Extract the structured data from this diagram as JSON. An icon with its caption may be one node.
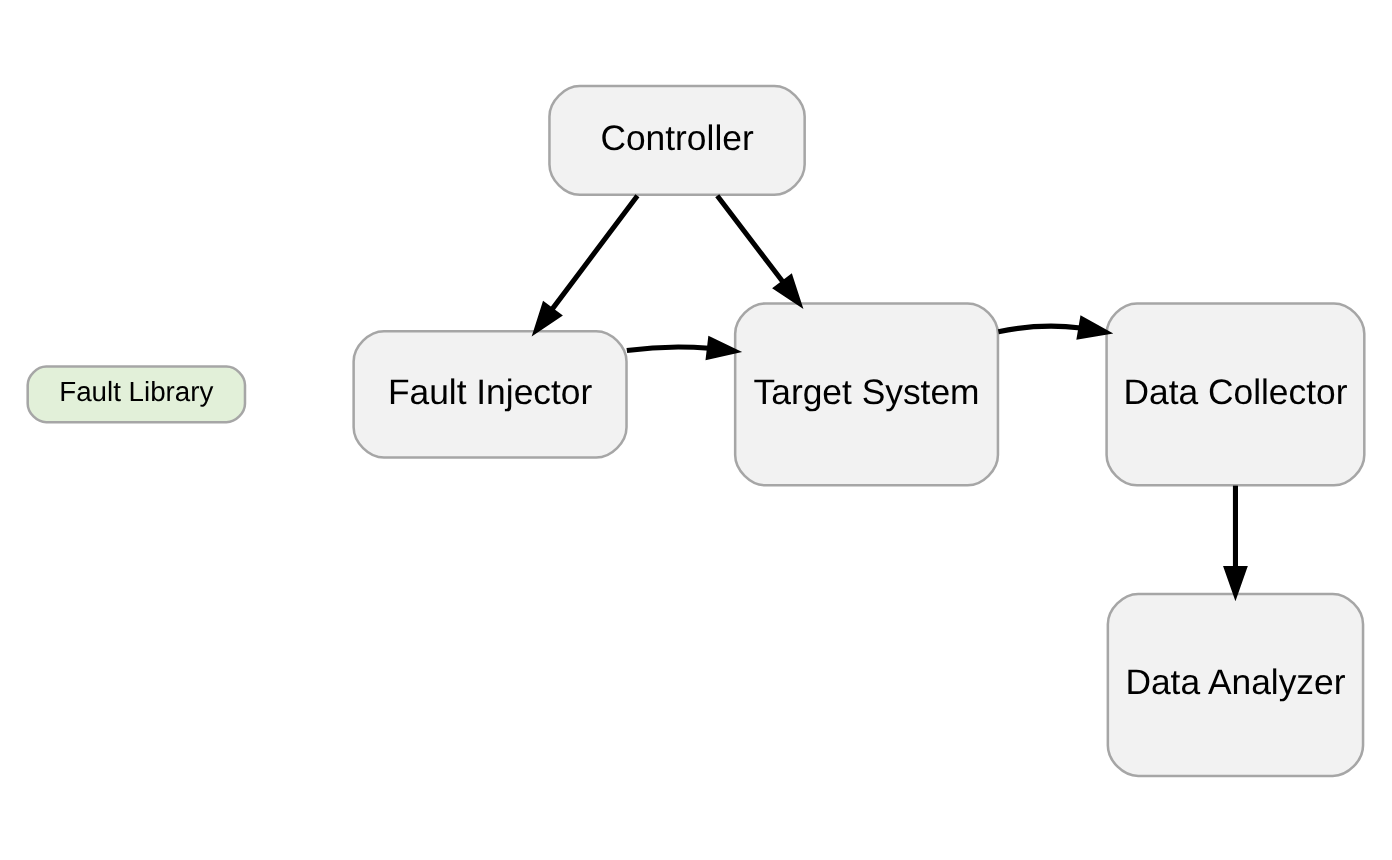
{
  "diagram": {
    "nodes": [
      {
        "text": [
          "Controller"
        ]
      },
      {
        "text": [
          "Fault Library"
        ]
      },
      {
        "text": [
          "Fault Injector"
        ]
      },
      {
        "text": [
          "Target System"
        ]
      },
      {
        "text": [
          "Data Collector"
        ]
      },
      {
        "text": [
          "Data Analyzer"
        ]
      }
    ],
    "edges": [
      {
        "from": 0,
        "to": 2,
        "arrow": "to"
      },
      {
        "from": 0,
        "to": 3,
        "arrow": "to"
      },
      {
        "from": 2,
        "to": 3,
        "arrow": "to"
      },
      {
        "from": 3,
        "to": 4,
        "arrow": "to"
      },
      {
        "from": 4,
        "to": 5,
        "arrow": "to"
      }
    ]
  }
}
